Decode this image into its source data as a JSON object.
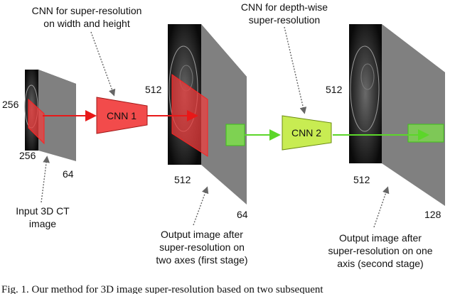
{
  "labels": {
    "cnn_top_left_line1": "CNN for super-resolution",
    "cnn_top_left_line2": "on width and height",
    "cnn_top_right_line1": "CNN for depth-wise",
    "cnn_top_right_line2": "super-resolution",
    "cnn1": "CNN 1",
    "cnn2": "CNN 2",
    "input_line1": "Input 3D CT",
    "input_line2": "image",
    "out1_line1": "Output image after",
    "out1_line2": "super-resolution on",
    "out1_line3": "two axes (first stage)",
    "out2_line1": "Output image after",
    "out2_line2": "super-resolution on one",
    "out2_line3": "axis (second stage)"
  },
  "dims": {
    "input_height": "256",
    "input_width": "256",
    "input_depth": "64",
    "stage1_height": "512",
    "stage1_width": "512",
    "stage1_depth": "64",
    "stage2_height": "512",
    "stage2_width": "512",
    "stage2_depth": "128"
  },
  "caption": "Fig. 1.   Our method for 3D image super-resolution based on two subsequent",
  "colors": {
    "cnn1_fill": "#f24b4b",
    "cnn2_fill": "#c8ec52",
    "red_arrow": "#e81818",
    "green_arrow": "#5cd62a",
    "cube_side": "#808080",
    "cube_top": "#3a3a3a"
  }
}
